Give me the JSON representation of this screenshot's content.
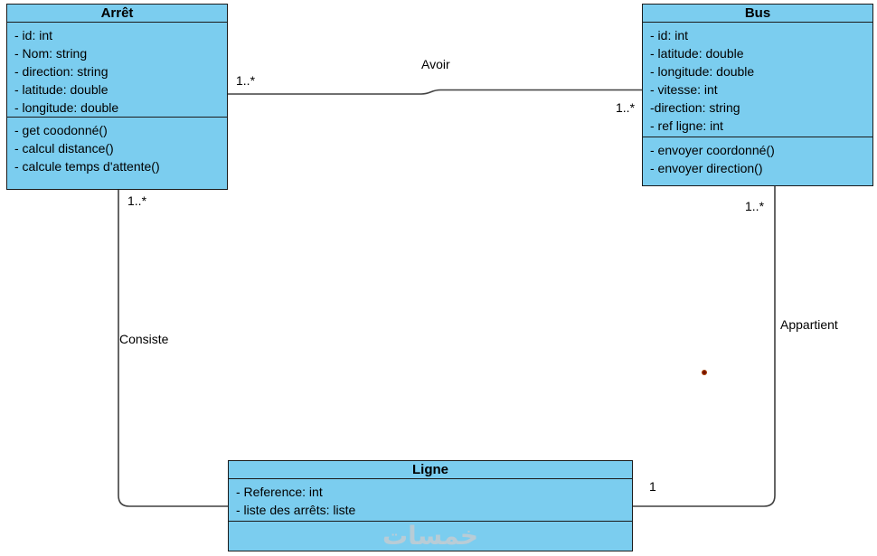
{
  "diagram": {
    "classes": {
      "arret": {
        "title": "Arrêt",
        "attributes": [
          "- id: int",
          "- Nom: string",
          "- direction: string",
          "- latitude: double",
          "- longitude: double"
        ],
        "methods": [
          "- get coodonné()",
          "- calcul distance()",
          "- calcule temps d'attente()"
        ]
      },
      "bus": {
        "title": "Bus",
        "attributes": [
          "- id: int",
          "- latitude: double",
          "- longitude: double",
          "- vitesse: int",
          "-direction: string",
          "- ref ligne: int"
        ],
        "methods": [
          "- envoyer coordonné()",
          "- envoyer direction()"
        ]
      },
      "ligne": {
        "title": "Ligne",
        "attributes": [
          "- Reference: int",
          "- liste des arrêts: liste"
        ],
        "methods": []
      }
    },
    "associations": {
      "avoir": {
        "label": "Avoir",
        "arret_mult": "1..*",
        "bus_mult": "1..*"
      },
      "consiste": {
        "label": "Consiste",
        "arret_mult": "1..*"
      },
      "appartient": {
        "label": "Appartient",
        "bus_mult": "1..*",
        "ligne_mult": "1"
      }
    },
    "watermark": "خمسات",
    "colors": {
      "class_fill": "#7BCDEF",
      "class_border": "#1b1b1b",
      "connector": "#404040",
      "text": "#000000",
      "stray_dot": "#b84a00"
    }
  }
}
